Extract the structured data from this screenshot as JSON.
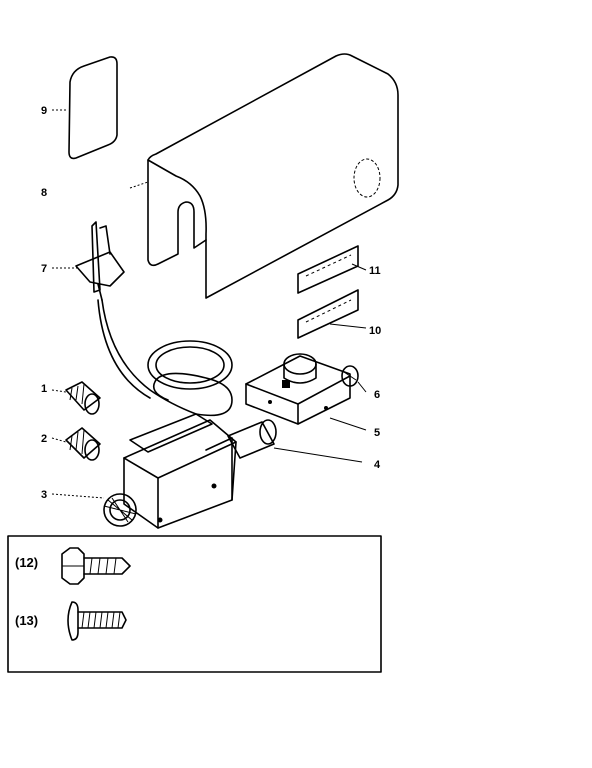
{
  "callouts": {
    "c1": "1",
    "c2": "2",
    "c3": "3",
    "c4": "4",
    "c5": "5",
    "c6": "6",
    "c7": "7",
    "c8": "8",
    "c9": "9",
    "c10": "10",
    "c11": "11"
  },
  "hardware_box": {
    "item12": "(12)",
    "item13": "(13)"
  }
}
